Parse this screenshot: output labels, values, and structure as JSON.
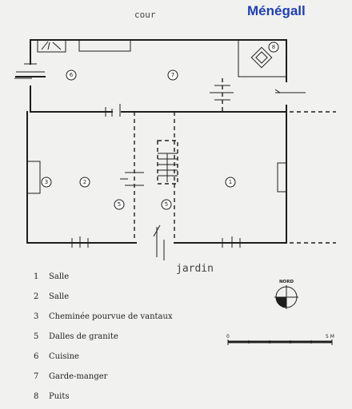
{
  "title": "Ménégall",
  "top_label": "cour",
  "bottom_label": "jardin",
  "room_numbers": [
    "1",
    "2",
    "3",
    "5",
    "5",
    "6",
    "7",
    "8"
  ],
  "legend": [
    {
      "n": "1",
      "text": "Salle"
    },
    {
      "n": "2",
      "text": "Salle"
    },
    {
      "n": "3",
      "text": "Cheminée pourvue de vantaux"
    },
    {
      "n": "5",
      "text": "Dalles de granite"
    },
    {
      "n": "6",
      "text": "Cuisine"
    },
    {
      "n": "7",
      "text": "Garde-manger"
    },
    {
      "n": "8",
      "text": "Puits"
    }
  ],
  "compass": {
    "label": "NORD"
  },
  "scale": {
    "start": "0",
    "end": "5 M"
  }
}
